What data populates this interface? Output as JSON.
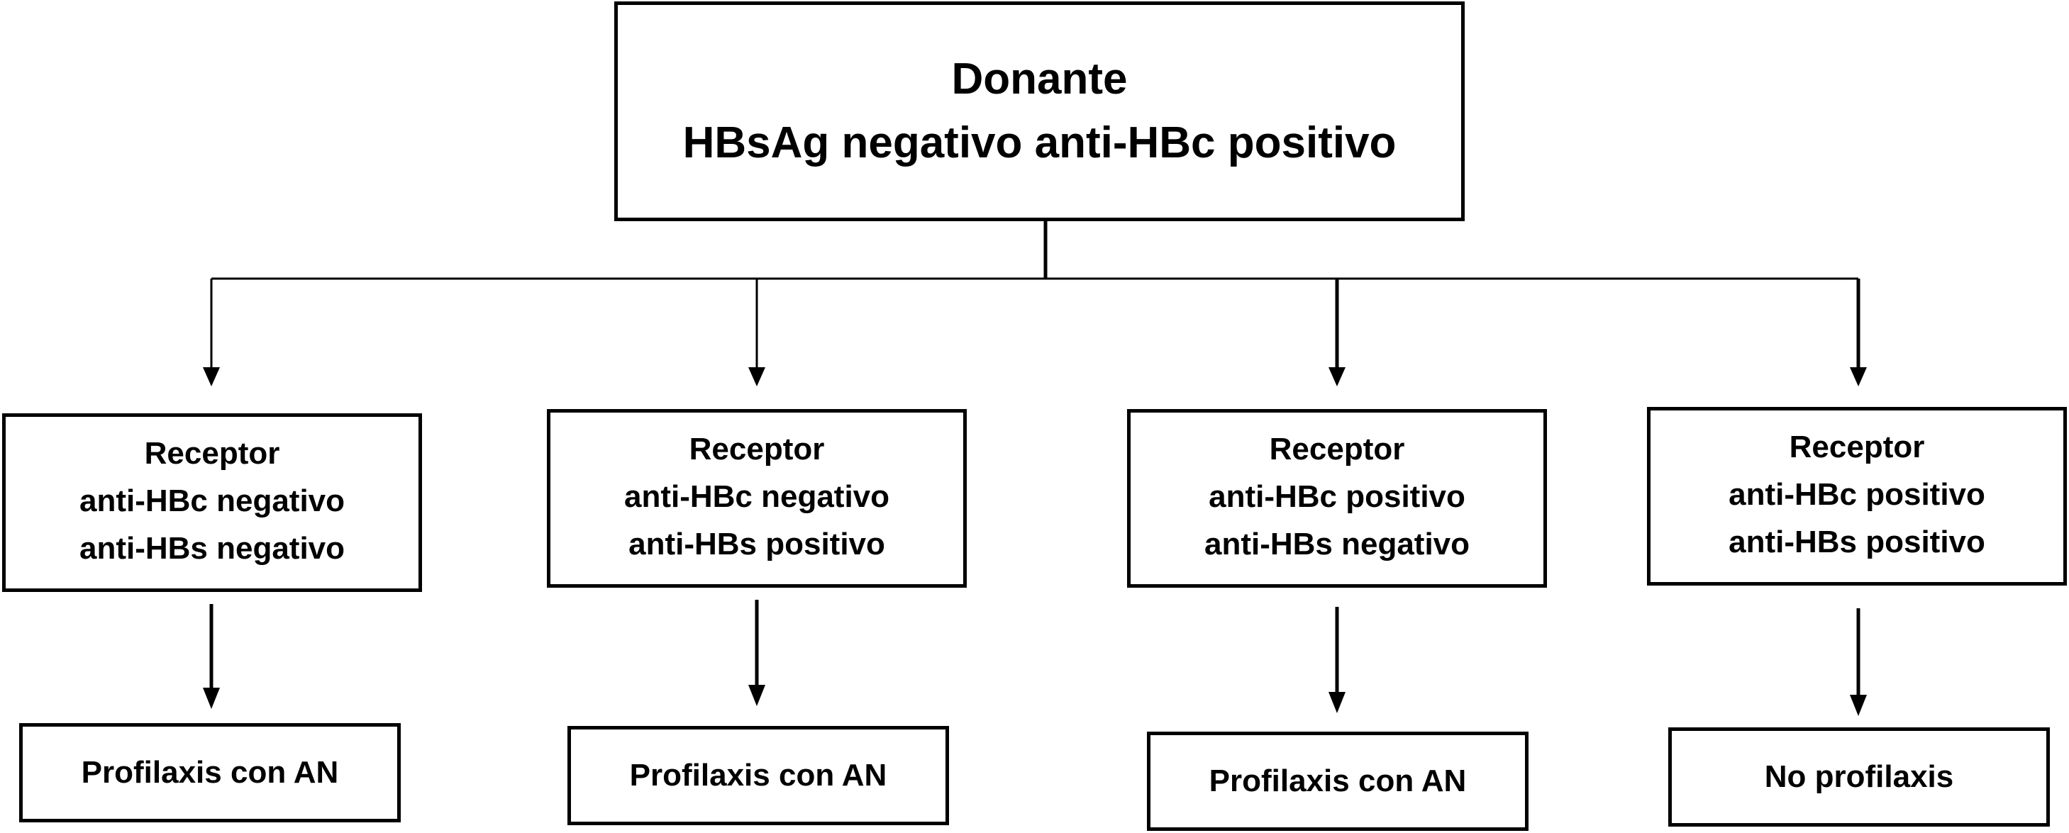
{
  "donor": {
    "title": "Donante",
    "serology": "HBsAg negativo anti-HBc positivo"
  },
  "recipients": [
    {
      "title": "Receptor",
      "anti_hbc": "anti-HBc negativo",
      "anti_hbs": "anti-HBs negativo",
      "outcome": "Profilaxis con AN"
    },
    {
      "title": "Receptor",
      "anti_hbc": "anti-HBc negativo",
      "anti_hbs": "anti-HBs positivo",
      "outcome": "Profilaxis con AN"
    },
    {
      "title": "Receptor",
      "anti_hbc": "anti-HBc positivo",
      "anti_hbs": "anti-HBs negativo",
      "outcome": "Profilaxis con AN"
    },
    {
      "title": "Receptor",
      "anti_hbc": "anti-HBc positivo",
      "anti_hbs": "anti-HBs positivo",
      "outcome": "No profilaxis"
    }
  ],
  "colors": {
    "stroke": "#000000",
    "background": "#ffffff"
  }
}
